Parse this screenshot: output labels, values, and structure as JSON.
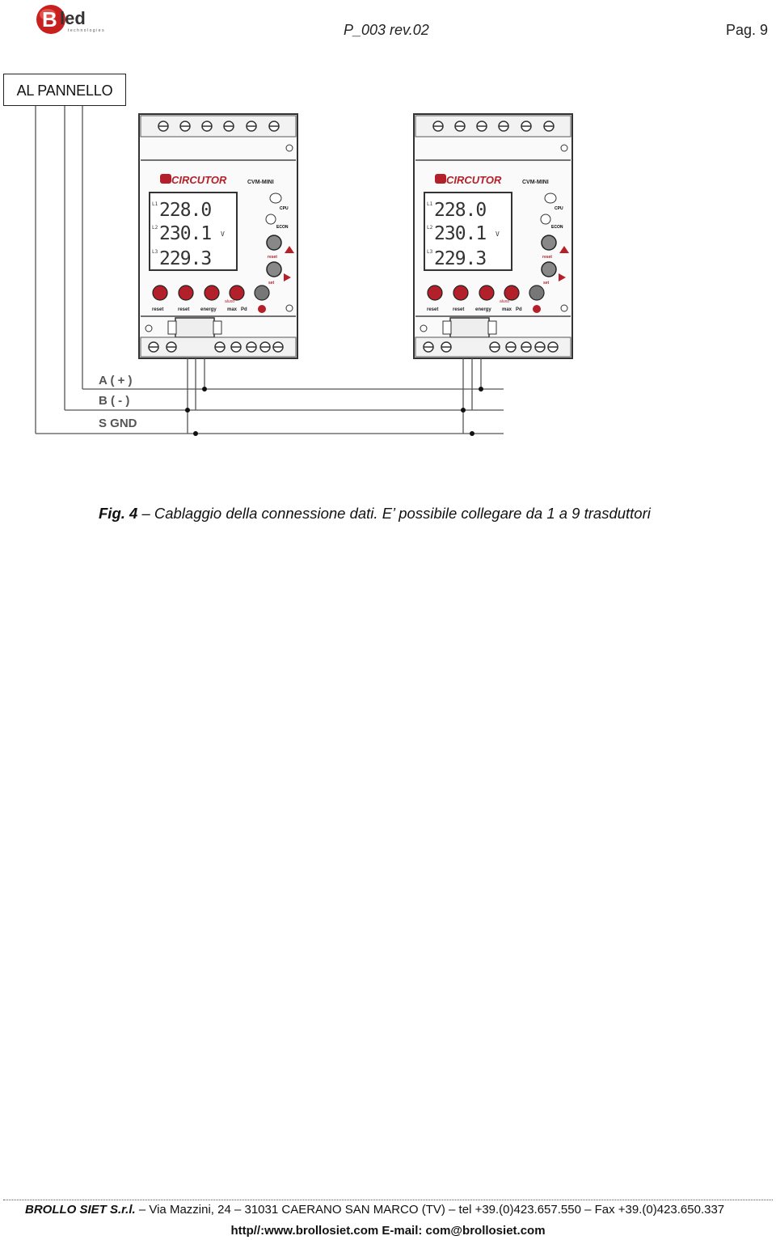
{
  "header": {
    "logo_text": "Bled",
    "logo_sub": "technologies",
    "doc_id": "P_003 rev.02",
    "page": "Pag. 9"
  },
  "panel_label": "AL PANNELLO",
  "bus_labels": [
    "A ( + )",
    "B ( - )",
    "S  GND"
  ],
  "devices": [
    {
      "brand": "CIRCUTOR",
      "model": "CVM-MINI",
      "readings": [
        {
          "phase": "L1",
          "value": "228.0"
        },
        {
          "phase": "L2",
          "value": "230.1",
          "unit": "V"
        },
        {
          "phase": "L3",
          "value": "229.3"
        }
      ],
      "side_labels": [
        "CPU",
        "ECON",
        "reset",
        "set"
      ],
      "bottom_labels": [
        "reset",
        "reset",
        "energy",
        "max",
        "Pd"
      ],
      "bottom_top_label": "aluxd"
    },
    {
      "brand": "CIRCUTOR",
      "model": "CVM-MINI",
      "readings": [
        {
          "phase": "L1",
          "value": "228.0"
        },
        {
          "phase": "L2",
          "value": "230.1",
          "unit": "V"
        },
        {
          "phase": "L3",
          "value": "229.3"
        }
      ],
      "side_labels": [
        "CPU",
        "ECON",
        "reset",
        "set"
      ],
      "bottom_labels": [
        "reset",
        "reset",
        "energy",
        "max",
        "Pd"
      ],
      "bottom_top_label": "aluxd"
    }
  ],
  "caption": {
    "fig": "Fig. 4",
    "text": "– Cablaggio della connessione dati. E’ possibile collegare da 1 a 9 trasduttori"
  },
  "footer": {
    "company": "BROLLO SIET S.r.l.",
    "address": "– Via Mazzini, 24 – 31031 CAERANO SAN MARCO (TV) – tel +39.(0)423.657.550 – Fax +39.(0)423.650.337",
    "web": "http//:www.brollosiet.com  E-mail: com@brollosiet.com"
  },
  "colors": {
    "logo_red": "#c8201e",
    "button_red": "#b3202a",
    "device_frame": "#333333"
  }
}
